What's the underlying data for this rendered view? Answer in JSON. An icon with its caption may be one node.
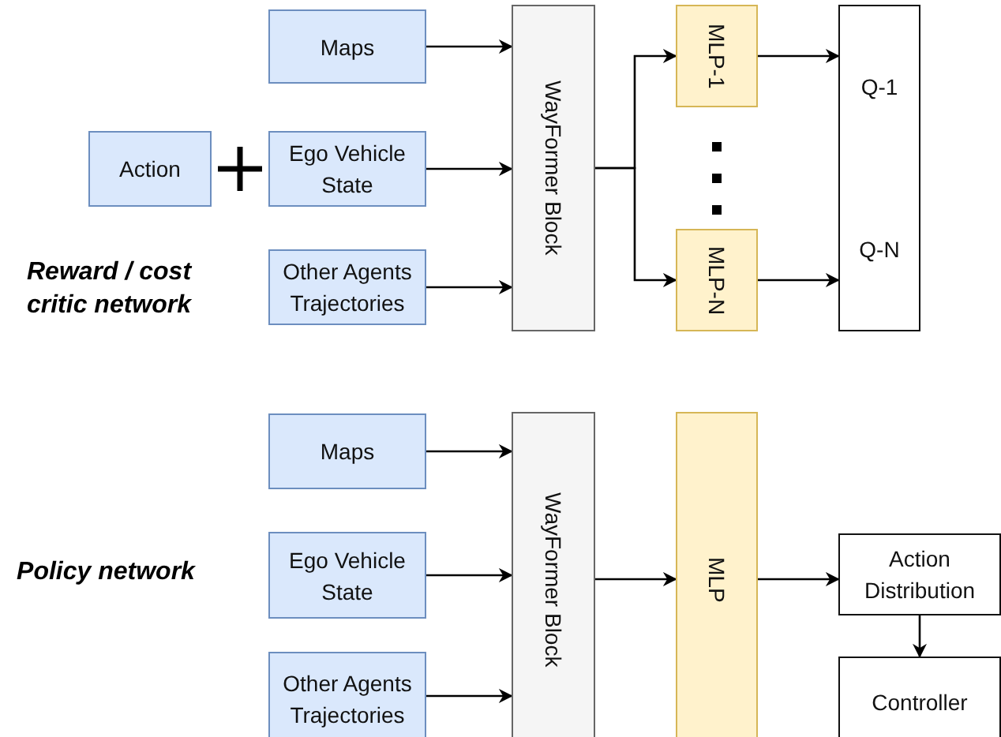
{
  "diagram": {
    "nodes": [
      {
        "text": [
          "Maps"
        ]
      },
      {
        "text": [
          "Action"
        ]
      },
      {
        "text": [
          "Ego Vehicle State"
        ]
      },
      {
        "text": [
          "Other Agents Trajectories"
        ]
      },
      {
        "text": [
          "WayFormer Block"
        ]
      },
      {
        "text": [
          "MLP-1"
        ]
      },
      {
        "text": [
          "MLP-N"
        ]
      },
      {
        "text": [
          "Q-1",
          "Q-N"
        ]
      },
      {
        "text": [
          "Maps"
        ]
      },
      {
        "text": [
          "Ego Vehicle State"
        ]
      },
      {
        "text": [
          "Other Agents Trajectories"
        ]
      },
      {
        "text": [
          "WayFormer Block"
        ]
      },
      {
        "text": [
          "MLP"
        ]
      },
      {
        "text": [
          "Action Distribution"
        ]
      },
      {
        "text": [
          "Controller"
        ]
      }
    ],
    "edges": [
      {
        "from": 0,
        "to": 4,
        "arrow": "to"
      },
      {
        "from": 2,
        "to": 4,
        "arrow": "to"
      },
      {
        "from": 3,
        "to": 4,
        "arrow": "to"
      },
      {
        "from": 4,
        "to": 5,
        "arrow": "to"
      },
      {
        "from": 4,
        "to": 6,
        "arrow": "to"
      },
      {
        "from": 5,
        "to": 7,
        "arrow": "to"
      },
      {
        "from": 6,
        "to": 7,
        "arrow": "to"
      },
      {
        "from": 8,
        "to": 11,
        "arrow": "to"
      },
      {
        "from": 9,
        "to": 11,
        "arrow": "to"
      },
      {
        "from": 10,
        "to": 11,
        "arrow": "to"
      },
      {
        "from": 11,
        "to": 12,
        "arrow": "to"
      },
      {
        "from": 12,
        "to": 13,
        "arrow": "to"
      },
      {
        "from": 13,
        "to": 14,
        "arrow": "to"
      }
    ],
    "labels": [
      "Reward / cost critic network",
      "Policy network"
    ]
  }
}
